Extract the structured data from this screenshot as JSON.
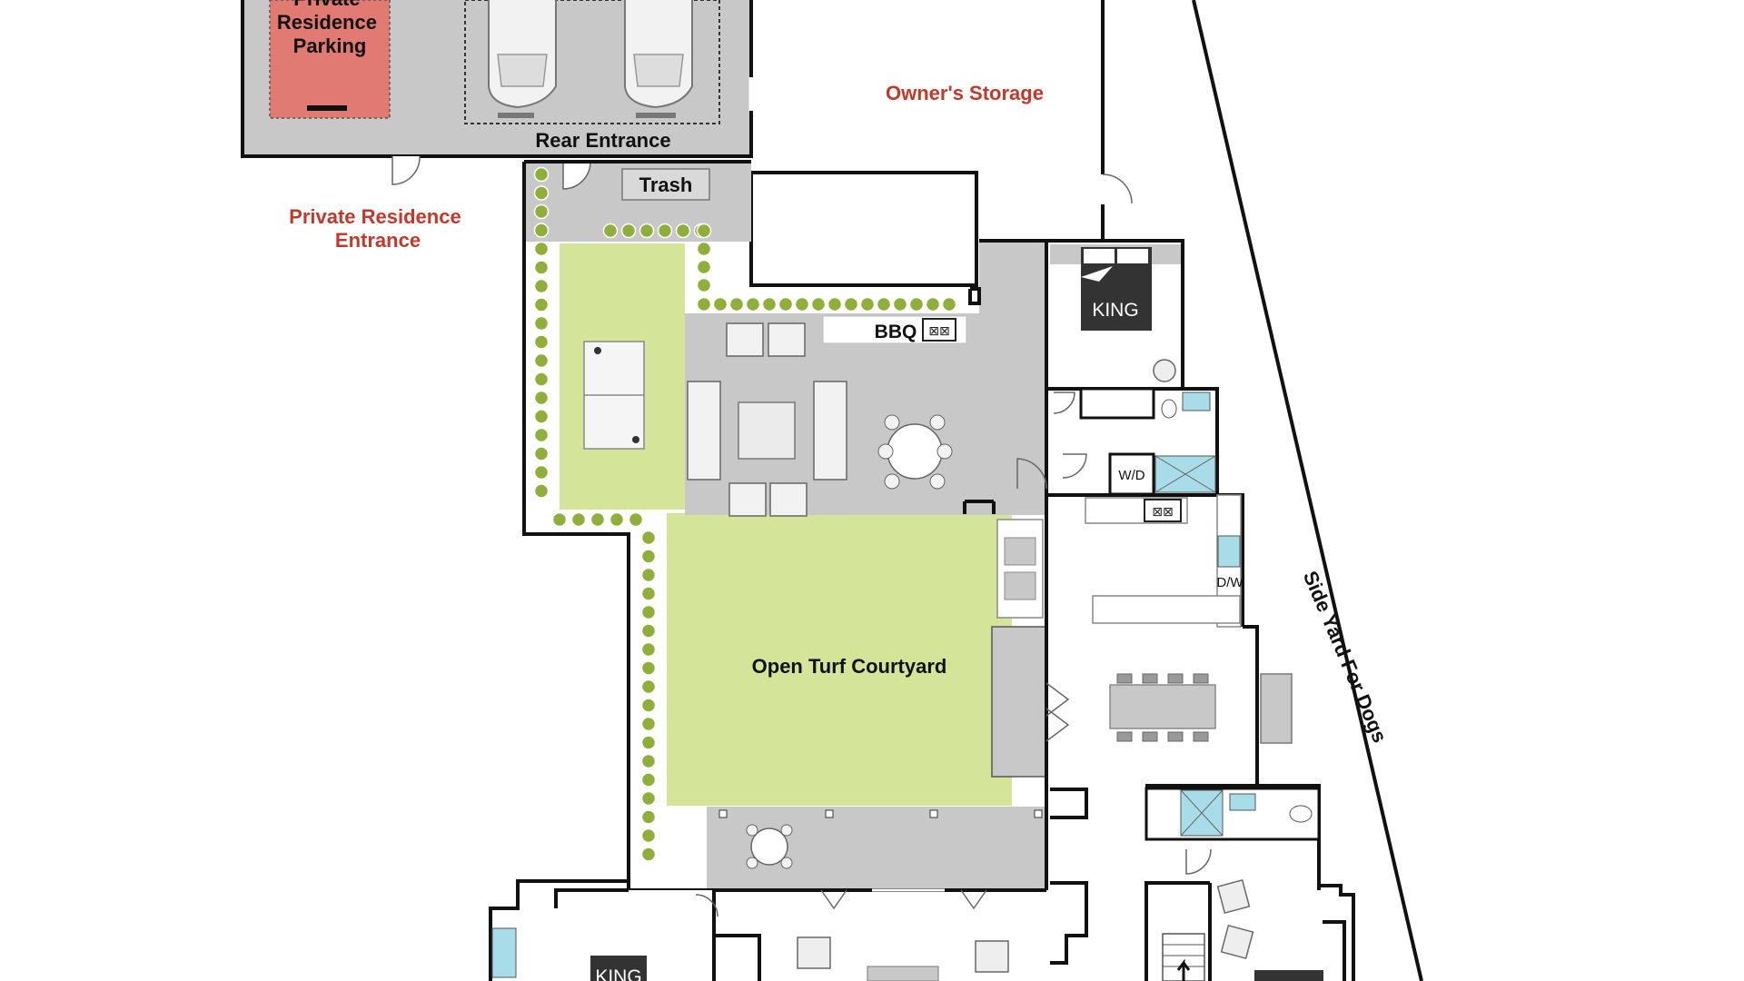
{
  "colors": {
    "wall": "#111111",
    "paving": "#c8c8c8",
    "turf": "#d4e59a",
    "hedge": "#8fae3a",
    "parking_highlight": "#e07a72",
    "label_red": "#c0392b",
    "label_black": "#111111",
    "fixture_blue": "#a8dce8",
    "bed_dark": "#333333"
  },
  "labels": {
    "private_parking": [
      "Private",
      "Residence",
      "Parking"
    ],
    "rear_entrance": "Rear Entrance",
    "owners_storage": "Owner's Storage",
    "trash": "Trash",
    "private_entrance": [
      "Private Residence",
      "Entrance"
    ],
    "bbq": "BBQ",
    "king_top": "KING",
    "king_bottom": "KING",
    "wd": "W/D",
    "dw": "D/W",
    "courtyard": "Open Turf Courtyard",
    "side_yard": "Side Yard For Dogs"
  },
  "icons": {
    "car": "car-icon",
    "bed": "bed-icon",
    "chair": "chair-icon",
    "table": "table-icon",
    "door": "door-swing-icon",
    "shrub": "shrub-icon",
    "cooktop": "cooktop-icon",
    "shower": "shower-icon",
    "toilet": "toilet-icon",
    "sink": "sink-icon",
    "stairs": "stairs-icon"
  }
}
